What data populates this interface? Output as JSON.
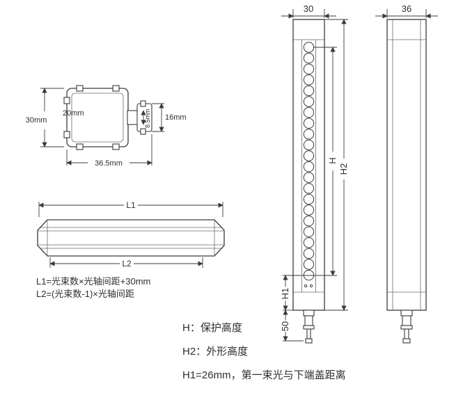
{
  "cross_section": {
    "dim_30mm": "30mm",
    "dim_20mm": "20mm",
    "dim_8_5mm": "8.5mm",
    "dim_16mm": "16mm",
    "dim_36_5mm": "36.5mm"
  },
  "side_view": {
    "dim_l1": "L1",
    "dim_l2": "L2",
    "formula_l1": "L1=光束数×光轴间距+30mm",
    "formula_l2": "L2=(光束数-1)×光轴间距"
  },
  "front_elevation": {
    "dim_width": "30",
    "dim_h": "H",
    "dim_h2": "H2",
    "dim_h1": "H1",
    "dim_50": "50",
    "beam_count": 22
  },
  "side_elevation": {
    "dim_width": "36"
  },
  "notes": {
    "h": "H：保护高度",
    "h2": "H2：外形高度",
    "h1": "H1=26mm，第一束光与下端盖距离"
  },
  "colors": {
    "line": "#3a3a3a",
    "text": "#2e2e2e",
    "background": "#ffffff"
  }
}
